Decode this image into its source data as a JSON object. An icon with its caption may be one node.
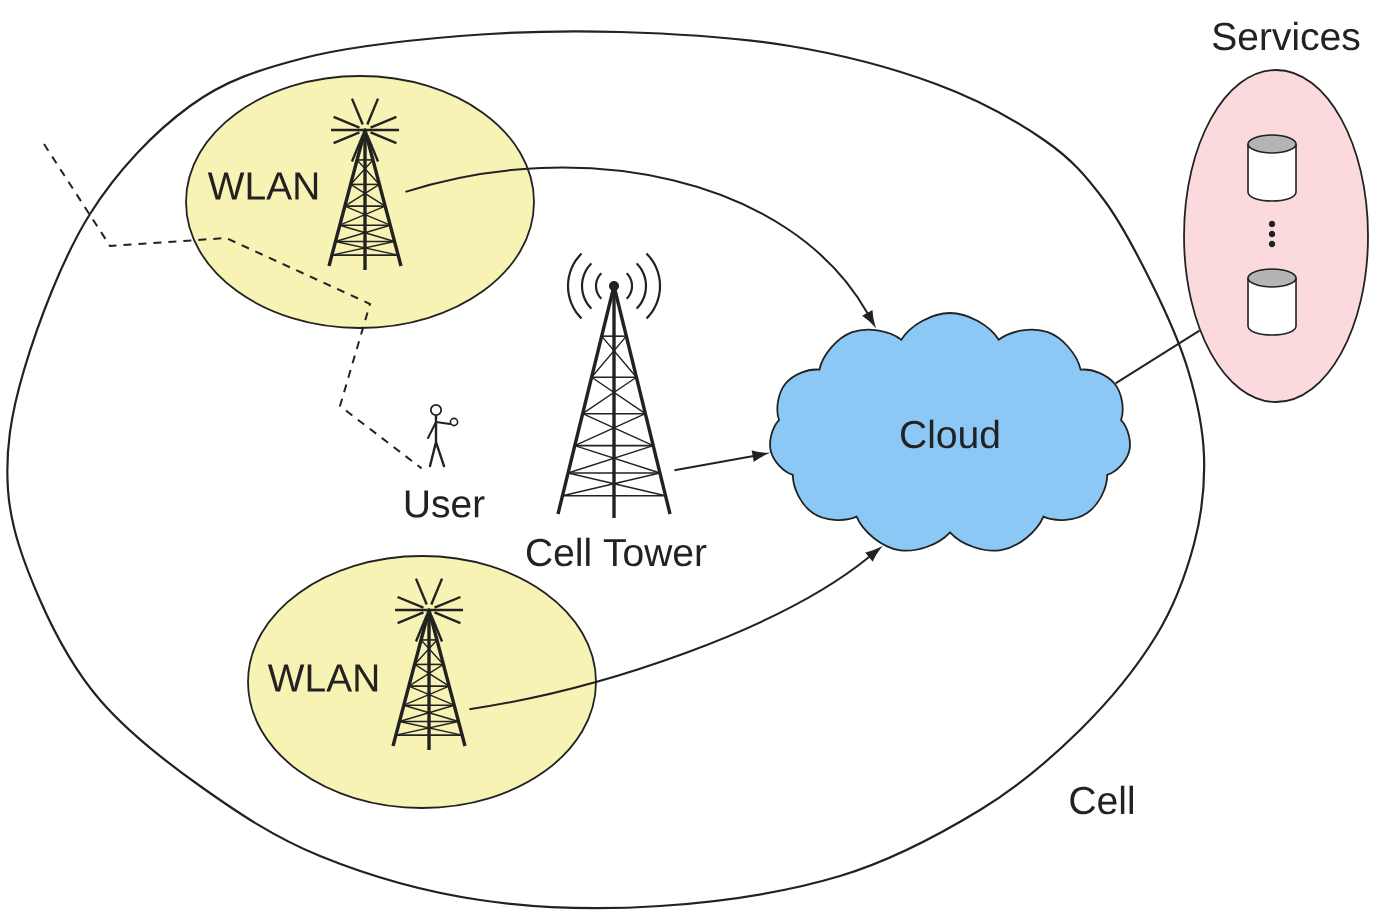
{
  "diagram": {
    "nodes": [
      {
        "text": [
          "Cell"
        ]
      },
      {
        "text": [
          "WLAN"
        ],
        "in": 0
      },
      {
        "text": [],
        "shape": "picture",
        "in": 1
      },
      {
        "text": [],
        "shape": "picture",
        "beside": [
          "Cell Tower"
        ],
        "in": 0
      },
      {
        "text": [],
        "shape": "person",
        "beside": [
          "User"
        ],
        "in": 0
      },
      {
        "text": [
          "Cloud"
        ],
        "in": 0
      },
      {
        "text": [
          "WLAN"
        ],
        "in": 0
      },
      {
        "text": [],
        "shape": "picture",
        "in": 6
      },
      {
        "text": [
          "Services"
        ]
      }
    ],
    "edges": [
      {
        "from": 2,
        "to": 5,
        "arrow": "to"
      },
      {
        "from": 3,
        "to": 5,
        "arrow": "to"
      },
      {
        "from": 7,
        "to": 5,
        "arrow": "to"
      },
      {
        "from": 5,
        "to": 8,
        "arrow": "none"
      },
      {
        "from": null,
        "to": 4,
        "arrow": "none",
        "style": "dashed"
      }
    ]
  }
}
